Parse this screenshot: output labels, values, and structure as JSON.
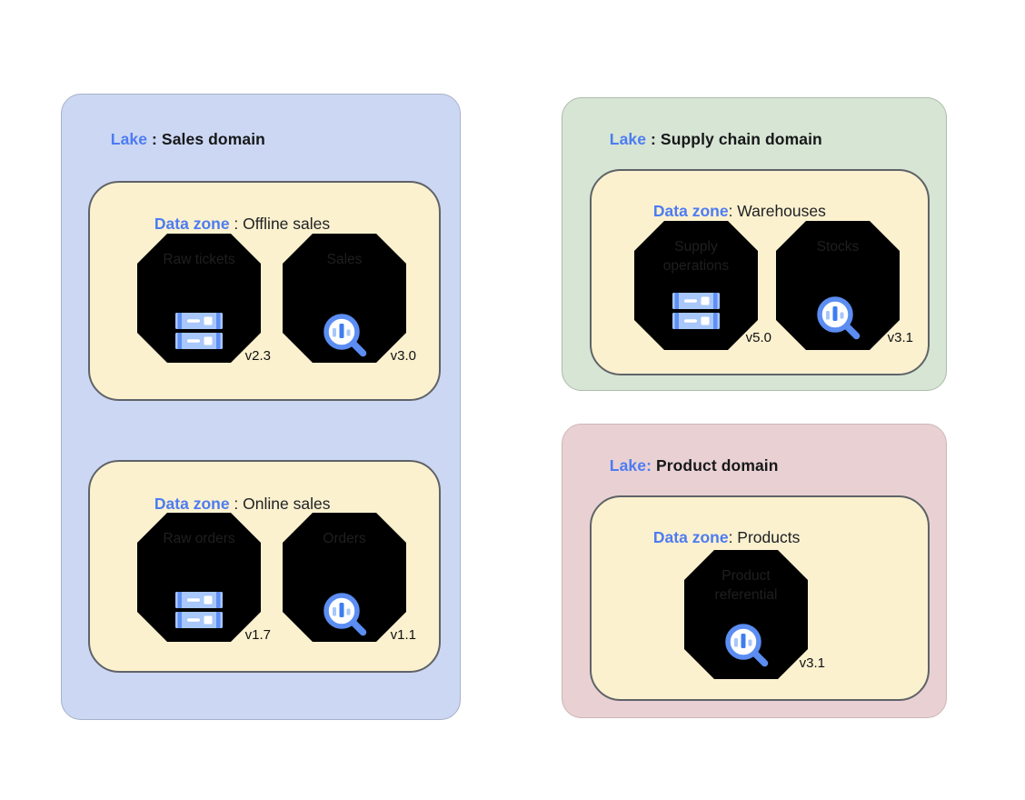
{
  "colors": {
    "lake_sales_fill": "#ccd7f3",
    "lake_supply_fill": "#d7e5d4",
    "lake_product_fill": "#e9d1d3",
    "zone_fill": "#fbf1cf",
    "zone_border": "#5f6368",
    "accent_blue_text": "#4d7cf1",
    "octagon_blue_border": "#4d7ef2",
    "octagon_green_border": "#3ba04c",
    "octagon_black_border": "#1c1c1c",
    "icon_light_blue": "#a8c7fa",
    "icon_mid_blue": "#5b8df2",
    "icon_dark_blue": "#3e7df0"
  },
  "lakes": [
    {
      "label": {
        "prefix": "Lake",
        "rest": " : Sales domain"
      },
      "zones": [
        {
          "label": {
            "prefix": "Data zone",
            "rest": " : Offline sales"
          },
          "entities": [
            {
              "name": "Raw tickets",
              "version": "v2.3",
              "icon": "storage-icon"
            },
            {
              "name": "Sales",
              "version": "v3.0",
              "icon": "search-insights-icon"
            }
          ]
        },
        {
          "label": {
            "prefix": "Data zone",
            "rest": " : Online sales"
          },
          "entities": [
            {
              "name": "Raw orders",
              "version": "v1.7",
              "icon": "storage-icon"
            },
            {
              "name": "Orders",
              "version": "v1.1",
              "icon": "search-insights-icon"
            }
          ]
        }
      ]
    },
    {
      "label": {
        "prefix": "Lake",
        "rest": " : Supply chain domain"
      },
      "zones": [
        {
          "label": {
            "prefix": "Data zone",
            "rest": ": Warehouses"
          },
          "entities": [
            {
              "name": "Supply operations",
              "version": "v5.0",
              "icon": "storage-icon"
            },
            {
              "name": "Stocks",
              "version": "v3.1",
              "icon": "search-insights-icon"
            }
          ]
        }
      ]
    },
    {
      "label": {
        "prefix": "Lake:",
        "rest": " Product domain"
      },
      "zones": [
        {
          "label": {
            "prefix": "Data zone",
            "rest": ": Products"
          },
          "entities": [
            {
              "name": "Product referential",
              "version": "v3.1",
              "icon": "search-insights-icon"
            }
          ]
        }
      ]
    }
  ]
}
